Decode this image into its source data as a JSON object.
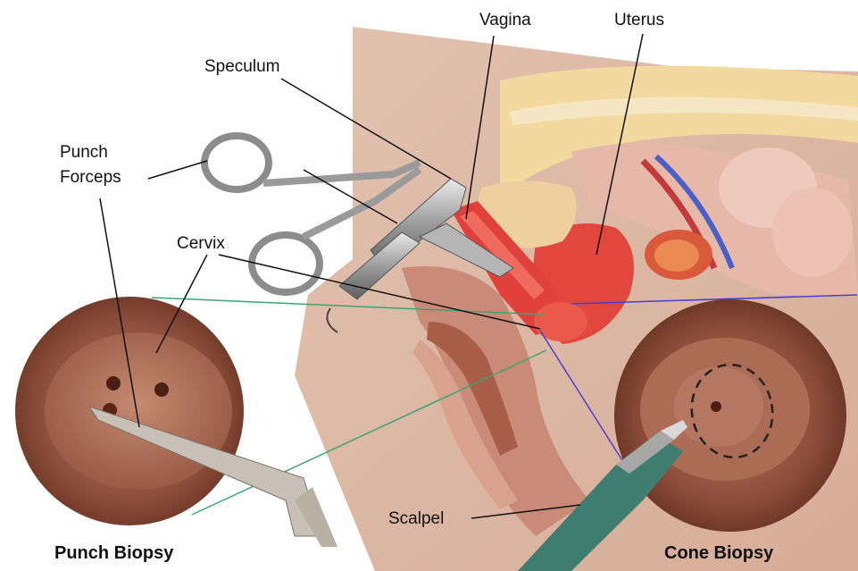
{
  "labels": {
    "vagina": "Vagina",
    "uterus": "Uterus",
    "speculum": "Speculum",
    "punch_forceps_line1": "Punch",
    "punch_forceps_line2": "Forceps",
    "cervix": "Cervix",
    "scalpel": "Scalpel"
  },
  "captions": {
    "punch_biopsy": "Punch Biopsy",
    "cone_biopsy": "Cone Biopsy"
  },
  "colors": {
    "skin": "#e7c9b6",
    "tissue": "#c98b77",
    "vaginal_wall": "#e0413c",
    "cervix_view": "#9a5a45",
    "green_line": "#3aa772",
    "blue_line": "#4a3fd1",
    "instrument": "#a7a7a7",
    "scalpel_handle": "#3e7d6f"
  },
  "icons": [
    "punch-forceps-icon",
    "speculum-icon",
    "scalpel-icon"
  ]
}
